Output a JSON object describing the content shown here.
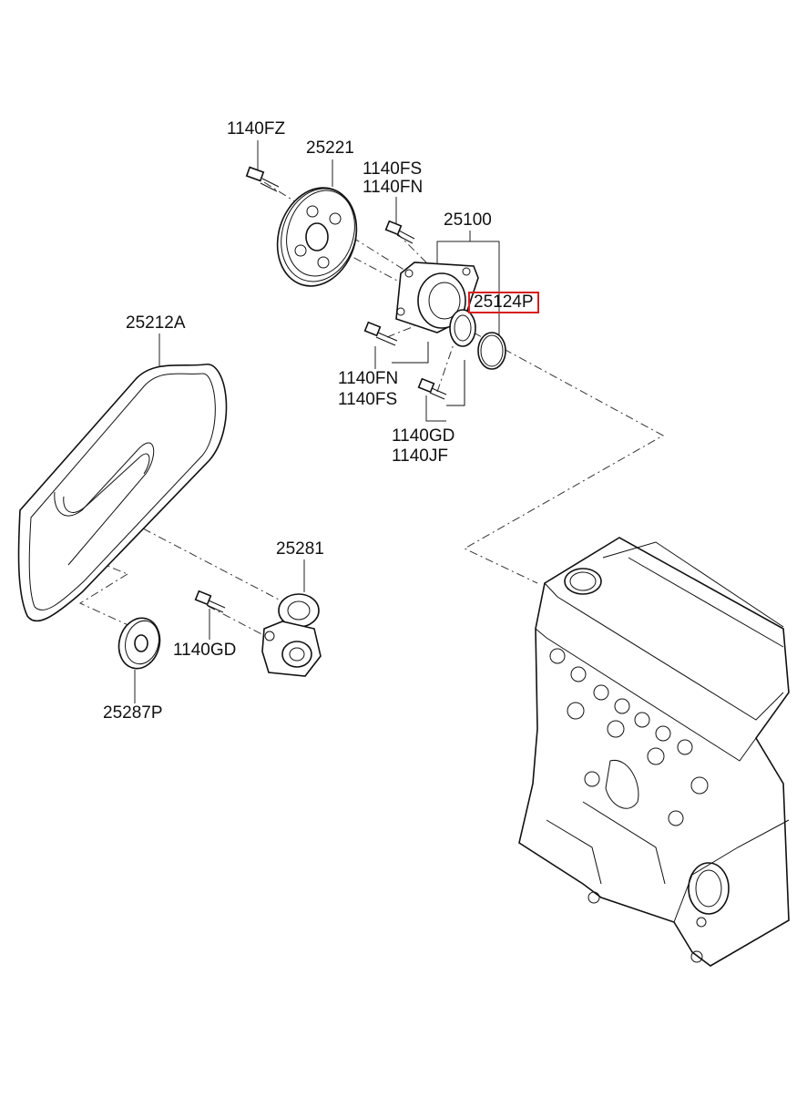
{
  "diagram": {
    "labels": {
      "bolt_1140fz": "1140FZ",
      "pulley_25221": "25221",
      "bolt_1140fs_top": "1140FS",
      "bolt_1140fn_top": "1140FN",
      "pump_25100": "25100",
      "gasket_25124p": "25124P",
      "belt_25212a": "25212A",
      "bolt_1140fn_mid": "1140FN",
      "bolt_1140fs_mid": "1140FS",
      "bolt_1140gd_mid": "1140GD",
      "bolt_1140jf": "1140JF",
      "tensioner_25281": "25281",
      "bolt_1140gd_low": "1140GD",
      "idler_25287p": "25287P"
    },
    "highlight_color": "#d81e1e"
  }
}
